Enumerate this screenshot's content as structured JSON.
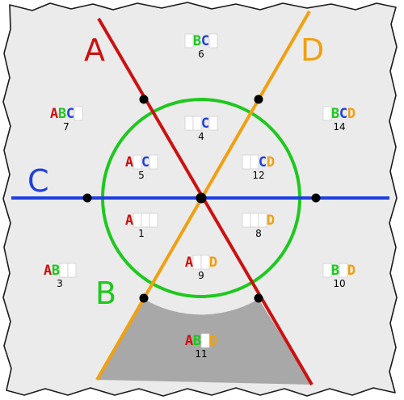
{
  "colors": {
    "background": "#ebebeb",
    "border": "#1a1a1a",
    "shaded_region": "#a8a8a8",
    "A": "#cc1111",
    "B": "#1ec81e",
    "C": "#1f3fe0",
    "D": "#f0a010",
    "vertex": "#000000",
    "ghost_letter": "#ffffff"
  },
  "set_labels": [
    {
      "id": "A",
      "text": "A",
      "color": "#cc1111"
    },
    {
      "id": "B",
      "text": "B",
      "color": "#1ec81e"
    },
    {
      "id": "C",
      "text": "C",
      "color": "#1f3fe0"
    },
    {
      "id": "D",
      "text": "D",
      "color": "#f0a010"
    }
  ],
  "regions": [
    {
      "number": "1",
      "members": [
        true,
        false,
        false,
        false
      ]
    },
    {
      "number": "3",
      "members": [
        true,
        true,
        false,
        false
      ]
    },
    {
      "number": "4",
      "members": [
        false,
        false,
        true,
        false
      ]
    },
    {
      "number": "5",
      "members": [
        true,
        false,
        true,
        false
      ]
    },
    {
      "number": "6",
      "members": [
        false,
        true,
        true,
        false
      ]
    },
    {
      "number": "7",
      "members": [
        true,
        true,
        true,
        false
      ]
    },
    {
      "number": "8",
      "members": [
        false,
        false,
        false,
        true
      ]
    },
    {
      "number": "9",
      "members": [
        true,
        false,
        false,
        true
      ]
    },
    {
      "number": "10",
      "members": [
        false,
        true,
        false,
        true
      ]
    },
    {
      "number": "11",
      "members": [
        true,
        true,
        false,
        true
      ],
      "shaded": true
    },
    {
      "number": "12",
      "members": [
        false,
        false,
        true,
        true
      ]
    },
    {
      "number": "14",
      "members": [
        false,
        true,
        true,
        true
      ]
    }
  ]
}
